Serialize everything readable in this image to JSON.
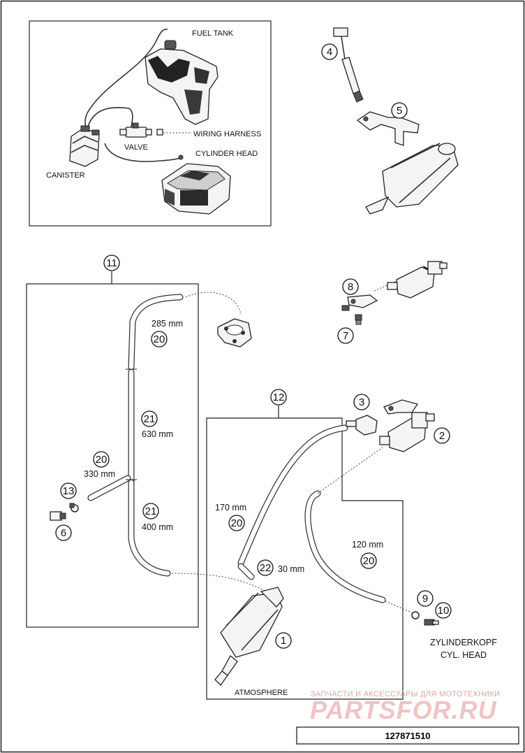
{
  "inset": {
    "fuel_tank": "FUEL TANK",
    "canister": "CANISTER",
    "valve": "VALVE",
    "wiring_harness": "WIRING HARNESS",
    "cylinder_head": "CYLINDER HEAD"
  },
  "callouts": {
    "c1": "1",
    "c2": "2",
    "c3": "3",
    "c4": "4",
    "c5": "5",
    "c6": "6",
    "c7": "7",
    "c8": "8",
    "c9": "9",
    "c10": "10",
    "c11": "11",
    "c12": "12",
    "c13": "13",
    "c20a": "20",
    "c20b": "20",
    "c20c": "20",
    "c20d": "20",
    "c21a": "21",
    "c21b": "21",
    "c22": "22"
  },
  "dimensions": {
    "d285": "285 mm",
    "d630": "630 mm",
    "d330": "330 mm",
    "d400": "400 mm",
    "d170": "170 mm",
    "d30": "30 mm",
    "d120": "120 mm"
  },
  "labels": {
    "atmosphere": "ATMOSPHERE",
    "zylinderkopf": "ZYLINDERKOPF",
    "cyl_head": "CYL. HEAD"
  },
  "watermark": {
    "line1": "ЗАПЧАСТИ И АКСЕССУАРЫ ДЛЯ МОТОТЕХНИКИ",
    "logo": "PARTSFOR.RU"
  },
  "part_number": "127871510"
}
